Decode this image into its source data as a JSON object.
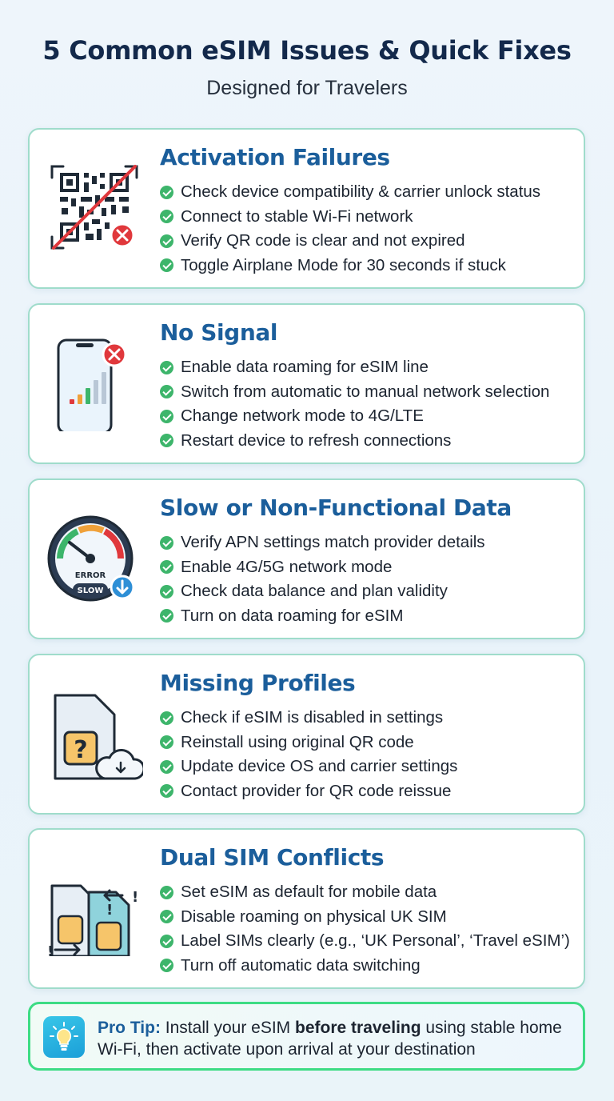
{
  "header": {
    "title": "5 Common eSIM Issues & Quick Fixes",
    "subtitle": "Designed for Travelers"
  },
  "cards": [
    {
      "icon": "qr-code-error-icon",
      "title": "Activation Failures",
      "bullets": [
        "Check device compatibility & carrier unlock status",
        "Connect to stable Wi-Fi network",
        "Verify QR code is clear and not expired",
        "Toggle Airplane Mode for 30 seconds if stuck"
      ]
    },
    {
      "icon": "phone-no-signal-icon",
      "title": "No Signal",
      "bullets": [
        "Enable data roaming for eSIM line",
        "Switch from automatic to manual network selection",
        "Change network mode to 4G/LTE",
        "Restart device to refresh connections"
      ]
    },
    {
      "icon": "speedometer-error-icon",
      "icon_text": [
        "ERROR",
        "SLOW"
      ],
      "title": "Slow or Non-Functional Data",
      "bullets": [
        "Verify APN settings match provider details",
        "Enable 4G/5G network mode",
        "Check data balance and plan validity",
        "Turn on data roaming for eSIM"
      ]
    },
    {
      "icon": "sim-question-cloud-icon",
      "title": "Missing Profiles",
      "bullets": [
        "Check if eSIM is disabled in settings",
        "Reinstall using original QR code",
        "Update device OS and carrier settings",
        "Contact provider for QR code reissue"
      ]
    },
    {
      "icon": "dual-sim-icon",
      "title": "Dual SIM Conflicts",
      "bullets": [
        "Set eSIM as default for mobile data",
        "Disable roaming on physical UK SIM",
        "Label SIMs clearly (e.g., ‘UK Personal’, ‘Travel eSIM’)",
        "Turn off automatic data switching"
      ]
    }
  ],
  "tip": {
    "icon": "lightbulb-icon",
    "label": "Pro Tip:",
    "text_before": " Install your eSIM ",
    "text_bold": "before traveling",
    "text_after": " using stable home Wi-Fi, then activate upon arrival at your destination"
  },
  "colors": {
    "title": "#13294b",
    "card_title": "#1b5e9b",
    "check": "#3db56b",
    "error": "#e0383c",
    "card_border": "#9fdccb",
    "tip_border": "#3ddc84"
  }
}
